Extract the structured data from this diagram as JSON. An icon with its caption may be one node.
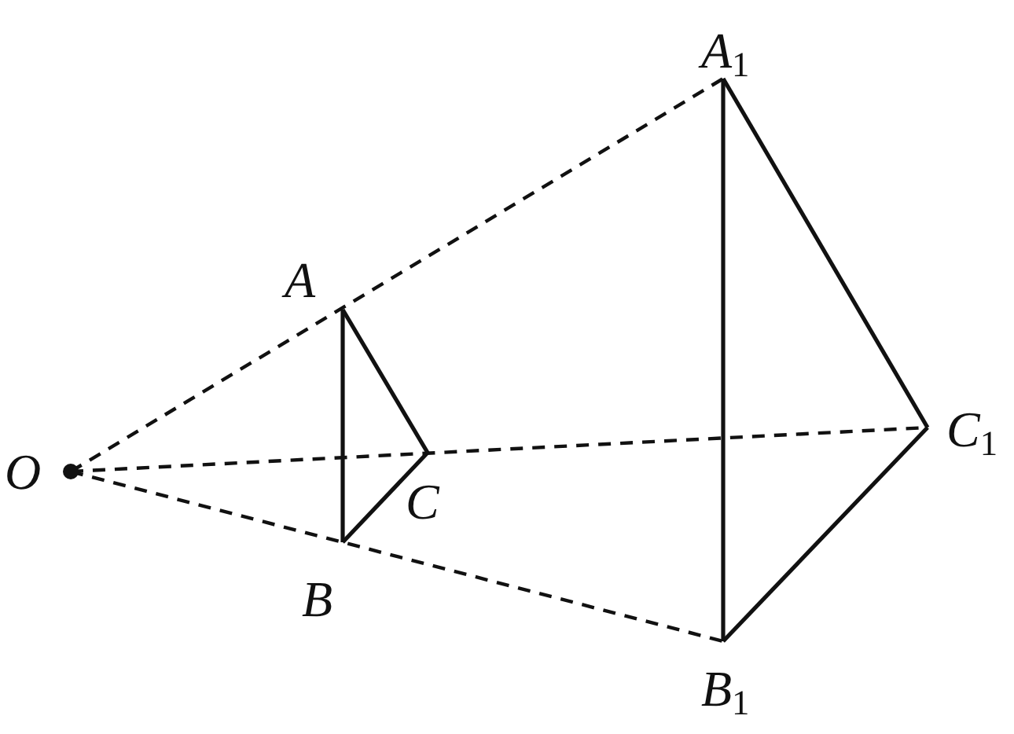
{
  "diagram": {
    "labels": [
      "A$_{1}$",
      "A",
      "O",
      "C$_{1}$",
      "C",
      "B",
      "B$_{1}$"
    ]
  }
}
